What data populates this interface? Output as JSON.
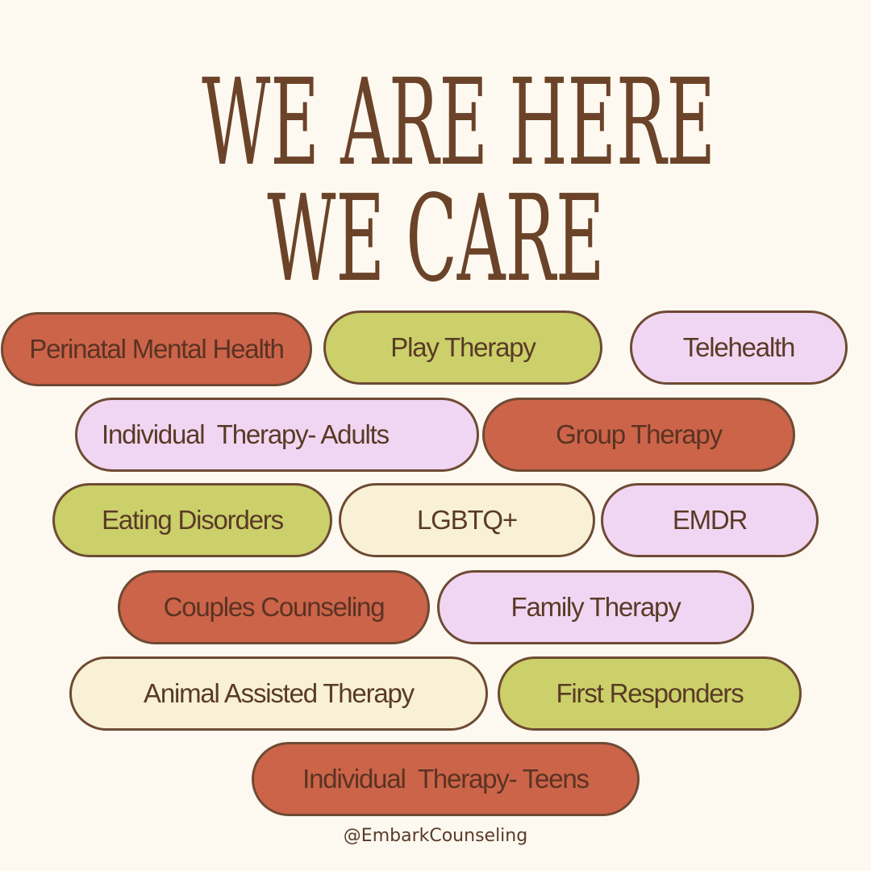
{
  "headline": {
    "line1": "WE ARE HERE",
    "line2": "WE CARE"
  },
  "services": [
    {
      "label": "Perinatal Mental Health",
      "color": "#cc6449"
    },
    {
      "label": "Play Therapy",
      "color": "#cbd06a"
    },
    {
      "label": "Telehealth",
      "color": "#f1d6f3"
    },
    {
      "label": "Individual  Therapy- Adults",
      "color": "#f1d6f3"
    },
    {
      "label": "Group Therapy",
      "color": "#cc6449"
    },
    {
      "label": "Eating Disorders",
      "color": "#cbd06a"
    },
    {
      "label": "LGBTQ+",
      "color": "#f8f1d6"
    },
    {
      "label": "EMDR",
      "color": "#f1d6f3"
    },
    {
      "label": "Couples Counseling",
      "color": "#cc6449"
    },
    {
      "label": "Family Therapy",
      "color": "#f1d6f3"
    },
    {
      "label": "Animal Assisted Therapy",
      "color": "#f8f1d6"
    },
    {
      "label": "First Responders",
      "color": "#cbd06a"
    },
    {
      "label": "Individual  Therapy- Teens",
      "color": "#cc6449"
    }
  ],
  "footer": {
    "handle": "@EmbarkCounseling"
  },
  "colors": {
    "background": "#fdf9f1",
    "text": "#6b4328",
    "outline": "#6e4a33"
  }
}
